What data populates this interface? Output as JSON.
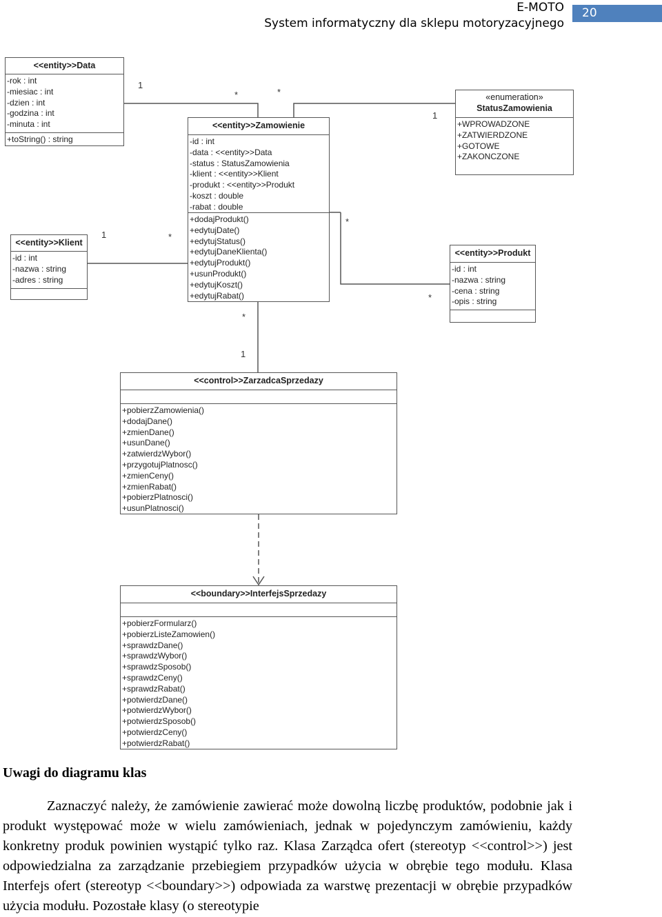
{
  "header": {
    "title_line1": "E-MOTO",
    "title_line2": "System informatyczny dla sklepu motoryzacyjnego",
    "page_number": "20",
    "badge_color": "#4f81bd"
  },
  "diagram": {
    "classes": {
      "data": {
        "name": "<<entity>>Data",
        "attributes": [
          "-rok : int",
          "-miesiac : int",
          "-dzien : int",
          "-godzina : int",
          "-minuta : int"
        ],
        "methods": [
          "+toString() : string"
        ]
      },
      "zamowienie": {
        "name": "<<entity>>Zamowienie",
        "attributes": [
          "-id : int",
          "-data : <<entity>>Data",
          "-status : StatusZamowienia",
          "-klient : <<entity>>Klient",
          "-produkt : <<entity>>Produkt",
          "-koszt : double",
          "-rabat : double"
        ],
        "methods": [
          "+dodajProdukt()",
          "+edytujDate()",
          "+edytujStatus()",
          "+edytujDaneKlienta()",
          "+edytujProdukt()",
          "+usunProdukt()",
          "+edytujKoszt()",
          "+edytujRabat()"
        ]
      },
      "status": {
        "stereotype": "«enumeration»",
        "name": "StatusZamowienia",
        "literals": [
          "+WPROWADZONE",
          "+ZATWIERDZONE",
          "+GOTOWE",
          "+ZAKONCZONE"
        ]
      },
      "klient": {
        "name": "<<entity>>Klient",
        "attributes": [
          "-id : int",
          "-nazwa : string",
          "-adres : string"
        ]
      },
      "produkt": {
        "name": "<<entity>>Produkt",
        "attributes": [
          "-id : int",
          "-nazwa : string",
          "-cena : string",
          "-opis : string"
        ]
      },
      "zarzadca": {
        "name": "<<control>>ZarzadcaSprzedazy",
        "methods": [
          "+pobierzZamowienia()",
          "+dodajDane()",
          "+zmienDane()",
          "+usunDane()",
          "+zatwierdzWybor()",
          "+przygotujPlatnosc()",
          "+zmienCeny()",
          "+zmienRabat()",
          "+pobierzPlatnosci()",
          "+usunPlatnosci()"
        ]
      },
      "interfejs": {
        "name": "<<boundary>>InterfejsSprzedazy",
        "methods": [
          "+pobierzFormularz()",
          "+pobierzListeZamowien()",
          "+sprawdzDane()",
          "+sprawdzWybor()",
          "+sprawdzSposob()",
          "+sprawdzCeny()",
          "+sprawdzRabat()",
          "+potwierdzDane()",
          "+potwierdzWybor()",
          "+potwierdzSposob()",
          "+potwierdzCeny()",
          "+potwierdzRabat()"
        ]
      }
    },
    "multiplicities": {
      "data_one": "1",
      "zam_data_star": "*",
      "zam_status_star": "*",
      "status_one": "1",
      "klient_one": "1",
      "zam_klient_star": "*",
      "zam_produkt_star": "*",
      "produkt_star": "*",
      "zam_zarz_star": "*",
      "zarz_one": "1"
    }
  },
  "notes": {
    "title": "Uwagi do diagramu klas",
    "body": "Zaznaczyć należy, że zamówienie zawierać może dowolną liczbę produktów, podobnie jak i produkt występować może w wielu zamówieniach, jednak w pojedynczym zamówieniu, każdy konkretny produk powinien wystąpić tylko raz. Klasa Zarządca ofert (stereotyp <<control>>) jest odpowiedzialna za zarządzanie przebiegiem przypadków użycia w obrębie tego modułu. Klasa Interfejs ofert (stereotyp <<boundary>>) odpowiada za warstwę prezentacji w obrębie przypadków użycia modułu. Pozostałe klasy (o stereotypie"
  }
}
